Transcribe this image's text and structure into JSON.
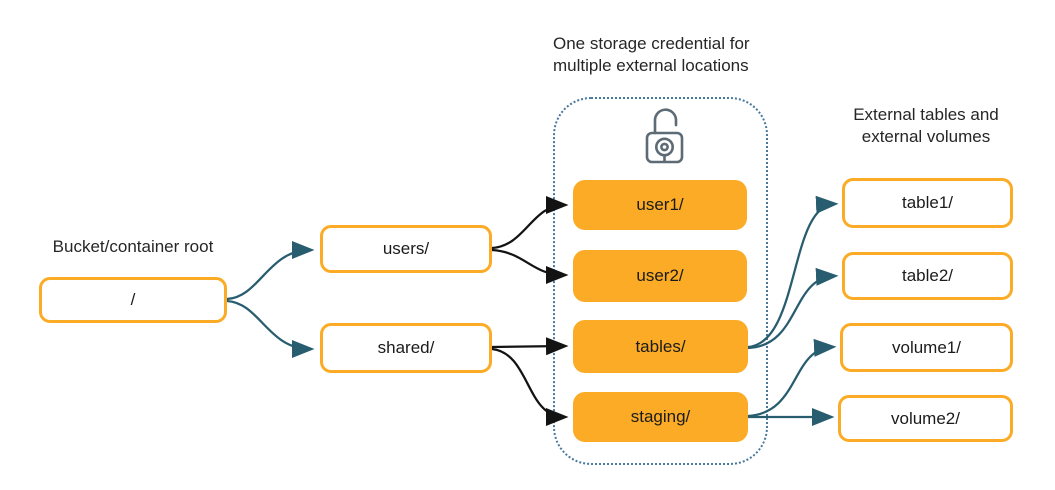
{
  "captions": {
    "bucket_root": "Bucket/container root",
    "storage_credential": "One storage credential for\nmultiple external locations",
    "external": "External tables and\nexternal volumes"
  },
  "nodes": {
    "root": "/",
    "users": "users/",
    "shared": "shared/",
    "user1": "user1/",
    "user2": "user2/",
    "tables": "tables/",
    "staging": "staging/",
    "table1": "table1/",
    "table2": "table2/",
    "volume1": "volume1/",
    "volume2": "volume2/"
  },
  "icons": {
    "lock": "open-padlock-icon"
  },
  "colors": {
    "accent_orange": "#FBAB25",
    "arrow_teal": "#285D6F",
    "arrow_black": "#131313",
    "dotted_border": "#47789E",
    "lock_gray": "#5C6B75",
    "text_dark": "#262626"
  },
  "edges": [
    {
      "from": "root",
      "to": "users",
      "color": "teal"
    },
    {
      "from": "root",
      "to": "shared",
      "color": "teal"
    },
    {
      "from": "users",
      "to": "user1",
      "color": "black"
    },
    {
      "from": "users",
      "to": "user2",
      "color": "black"
    },
    {
      "from": "shared",
      "to": "tables",
      "color": "black"
    },
    {
      "from": "shared",
      "to": "staging",
      "color": "black"
    },
    {
      "from": "tables",
      "to": "table1",
      "color": "teal"
    },
    {
      "from": "tables",
      "to": "table2",
      "color": "teal"
    },
    {
      "from": "staging",
      "to": "volume1",
      "color": "teal"
    },
    {
      "from": "staging",
      "to": "volume2",
      "color": "teal"
    }
  ]
}
